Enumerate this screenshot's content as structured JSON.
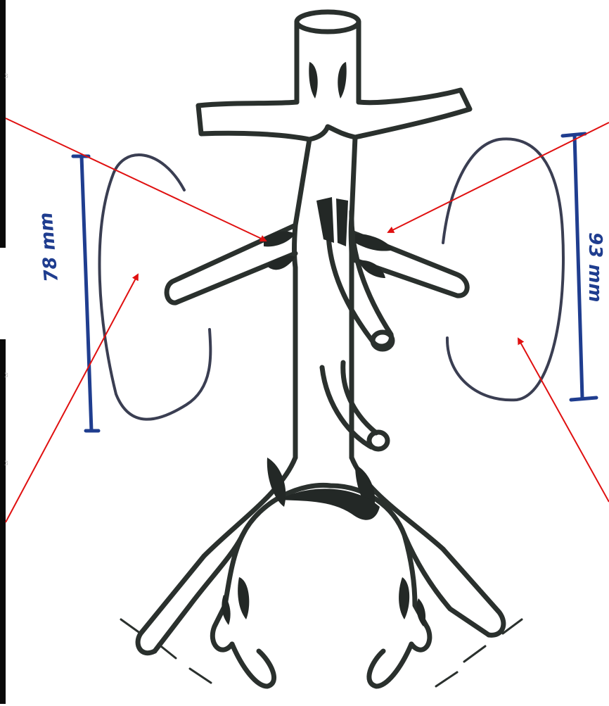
{
  "diagram": {
    "measurements": {
      "left_kidney": "78 mm",
      "right_kidney": "93 mm"
    },
    "edge_marks": [
      {
        "id": "mark-1",
        "text": "3"
      },
      {
        "id": "mark-2",
        "text": "3"
      },
      {
        "id": "mark-3",
        "text": "3"
      }
    ],
    "colors": {
      "vessel_outline": "#2a302d",
      "lesion_fill": "#232826",
      "kidney_outline": "#3a3e52",
      "measurement": "#1f3d8f",
      "pointer": "#e01010",
      "side_panel": "#0a0a0a"
    }
  }
}
